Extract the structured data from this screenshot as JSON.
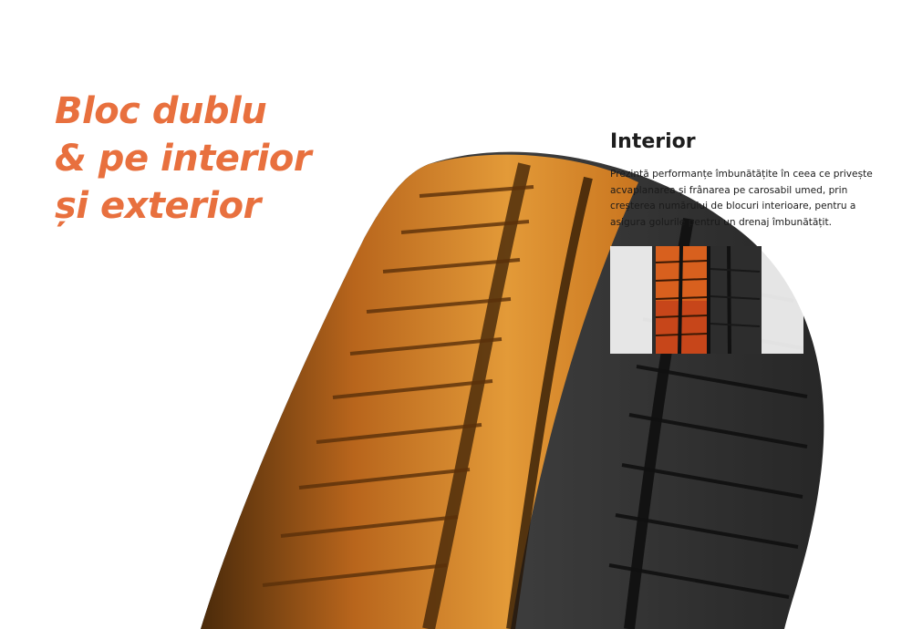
{
  "headline": {
    "lines": [
      "Bloc dublu",
      "& pe interior",
      "și exterior"
    ]
  },
  "info_panel": {
    "title": "Interior",
    "description": "Prezintă performanțe îmbunătățite în ceea ce privește acvaplanarea și frânarea pe carosabil umed, prin creșterea numărului de blocuri interioare, pentru a asigura golurile pentru un drenaj îmbunătățit.",
    "thumbnail_icon": "tire-tread-detail"
  },
  "colors": {
    "accent": "#e8703e",
    "highlight_tread": "#d9782a",
    "tire_dark": "#2b2b2b",
    "text": "#1a1a1a"
  }
}
